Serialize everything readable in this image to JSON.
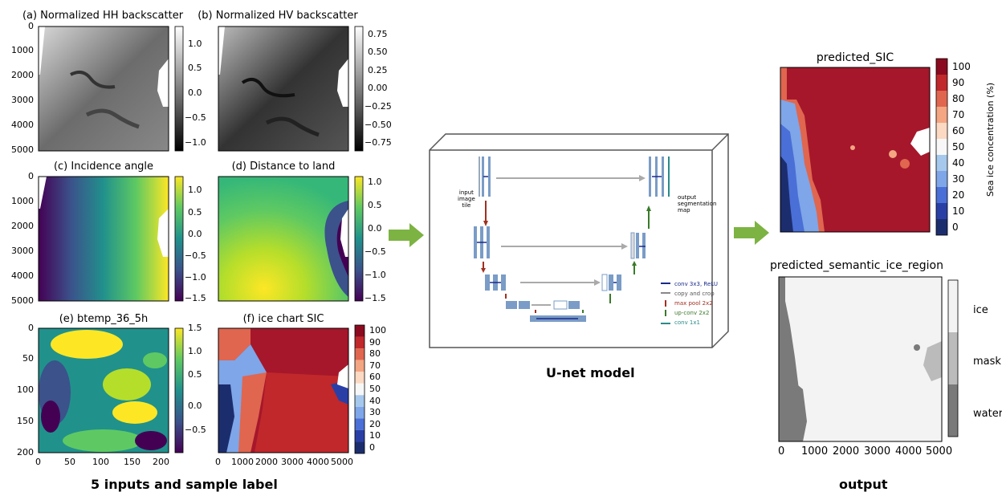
{
  "inputs_panel": {
    "caption": "5 inputs and sample label",
    "panels": [
      {
        "title": "(a) Normalized HH backscatter",
        "colormap": "gray",
        "yticks": [
          "0",
          "1000",
          "2000",
          "3000",
          "4000",
          "5000"
        ],
        "cbar_ticks": [
          "1.0",
          "0.5",
          "0.0",
          "−0.5",
          "−1.0"
        ]
      },
      {
        "title": "(b) Normalized HV backscatter",
        "colormap": "gray",
        "cbar_ticks": [
          "0.75",
          "0.50",
          "0.25",
          "0.00",
          "−0.25",
          "−0.50",
          "−0.75"
        ]
      },
      {
        "title": "(c) Incidence angle",
        "colormap": "viridis",
        "yticks": [
          "0",
          "1000",
          "2000",
          "3000",
          "4000",
          "5000"
        ],
        "cbar_ticks": [
          "1.0",
          "0.5",
          "0.0",
          "−0.5",
          "−1.0",
          "−1.5"
        ]
      },
      {
        "title": "(d) Distance to land",
        "colormap": "viridis",
        "cbar_ticks": [
          "1.0",
          "0.5",
          "0.0",
          "−0.5",
          "−1.0",
          "−1.5"
        ]
      },
      {
        "title": "(e) btemp_36_5h",
        "colormap": "viridis",
        "yticks": [
          "0",
          "50",
          "100",
          "150",
          "200"
        ],
        "xticks": [
          "0",
          "50",
          "100",
          "150",
          "200"
        ],
        "cbar_ticks": [
          "1.5",
          "1.0",
          "0.5",
          "0.0",
          "−0.5"
        ]
      },
      {
        "title": "(f) ice chart SIC",
        "colormap": "sic",
        "xticks": [
          "0",
          "1000",
          "2000",
          "3000",
          "4000",
          "5000"
        ],
        "cbar_ticks": [
          "100",
          "90",
          "80",
          "70",
          "60",
          "50",
          "40",
          "30",
          "20",
          "10",
          "0"
        ]
      }
    ]
  },
  "model": {
    "caption": "U-net model",
    "input_label": [
      "input",
      "image",
      "tile"
    ],
    "output_label": [
      "output",
      "segmentation",
      "map"
    ],
    "legend": [
      {
        "label": "conv 3x3, ReLU",
        "color": "#1a2a8a"
      },
      {
        "label": "copy and crop",
        "color": "#555555"
      },
      {
        "label": "max pool 2x2",
        "color": "#a03020"
      },
      {
        "label": "up-conv 2x2",
        "color": "#3a7a2a"
      },
      {
        "label": "conv 1x1",
        "color": "#2a8a8a"
      }
    ]
  },
  "outputs_panel": {
    "caption": "output",
    "sic": {
      "title": "predicted_SIC",
      "cbar_label": "Sea ice concentration (%)",
      "cbar_ticks": [
        "100",
        "90",
        "80",
        "70",
        "60",
        "50",
        "40",
        "30",
        "20",
        "10",
        "0"
      ]
    },
    "semantic": {
      "title": "predicted_semantic_ice_region",
      "xticks": [
        "0",
        "1000",
        "2000",
        "3000",
        "4000",
        "5000"
      ],
      "classes": [
        "ice",
        "mask",
        "water"
      ]
    }
  },
  "colors": {
    "arrow": "#7cb342",
    "sic_scale": [
      "#8b0a1f",
      "#c0282b",
      "#e0664f",
      "#f4a582",
      "#fcd9c2",
      "#f7f7f7",
      "#a6c8ec",
      "#7ea6e8",
      "#4a6fd6",
      "#2a3fa6",
      "#1c2d6e"
    ]
  }
}
